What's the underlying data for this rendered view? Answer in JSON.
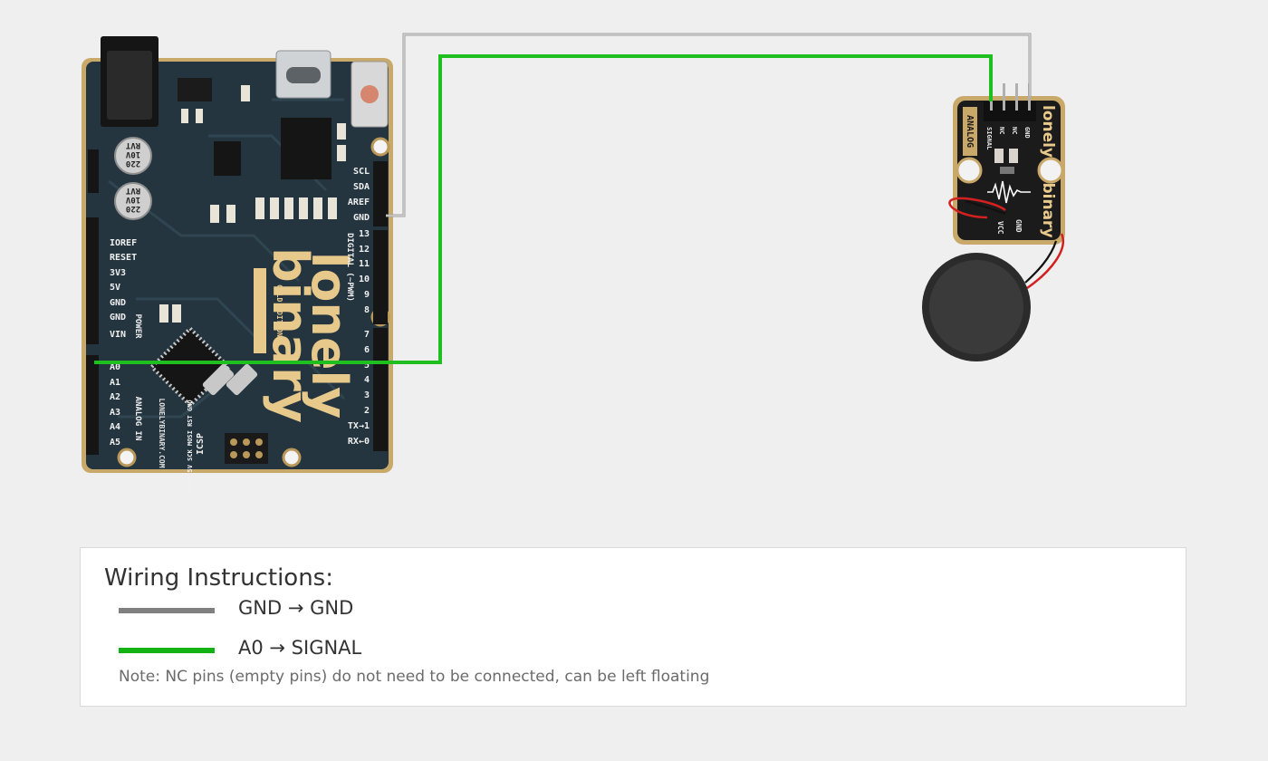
{
  "arduino": {
    "brand_line1": "lonely",
    "brand_line2": "binary",
    "edition": "GOLD EDITION",
    "website": "LONELYBINARY.COM",
    "cap_label_1": "220",
    "cap_label_2": "10V",
    "cap_label_3": "RVT",
    "power_header_labels": [
      "IOREF",
      "RESET",
      "3V3",
      "5V",
      "GND",
      "GND",
      "VIN"
    ],
    "power_group_label": "POWER",
    "analog_header_labels": [
      "A0",
      "A1",
      "A2",
      "A3",
      "A4",
      "A5"
    ],
    "analog_group_label": "ANALOG IN",
    "top_right_labels": [
      "SCL",
      "SDA",
      "AREF",
      "GND"
    ],
    "digital_labels": [
      "13",
      "12",
      "11",
      "10",
      "9",
      "8",
      "7",
      "6",
      "5",
      "4",
      "3",
      "2",
      "TX→1",
      "RX←0"
    ],
    "digital_group_label": "DIGITAL (~PWM)",
    "icsp_label": "ICSP",
    "icsp_pins": "MISO 5V SCK MOSI RST GND"
  },
  "sensor": {
    "brand_line1": "lonely",
    "brand_line2": "binary",
    "type_label": "ANALOG",
    "pin_labels": [
      "SIGNAL",
      "NC",
      "NC",
      "GND"
    ],
    "power_labels": [
      "VCC",
      "GND"
    ]
  },
  "wires": {
    "gnd_color": "#9e9e9e",
    "signal_color": "#1fbf1f",
    "jumper_red": "#d32020",
    "jumper_black": "#111111"
  },
  "instructions": {
    "title": "Wiring Instructions:",
    "items": [
      {
        "text": "GND → GND",
        "color": "#808080"
      },
      {
        "text": "A0 → SIGNAL",
        "color": "#12b312"
      }
    ],
    "note": "Note: NC pins (empty pins) do not need to be connected, can be left floating"
  }
}
